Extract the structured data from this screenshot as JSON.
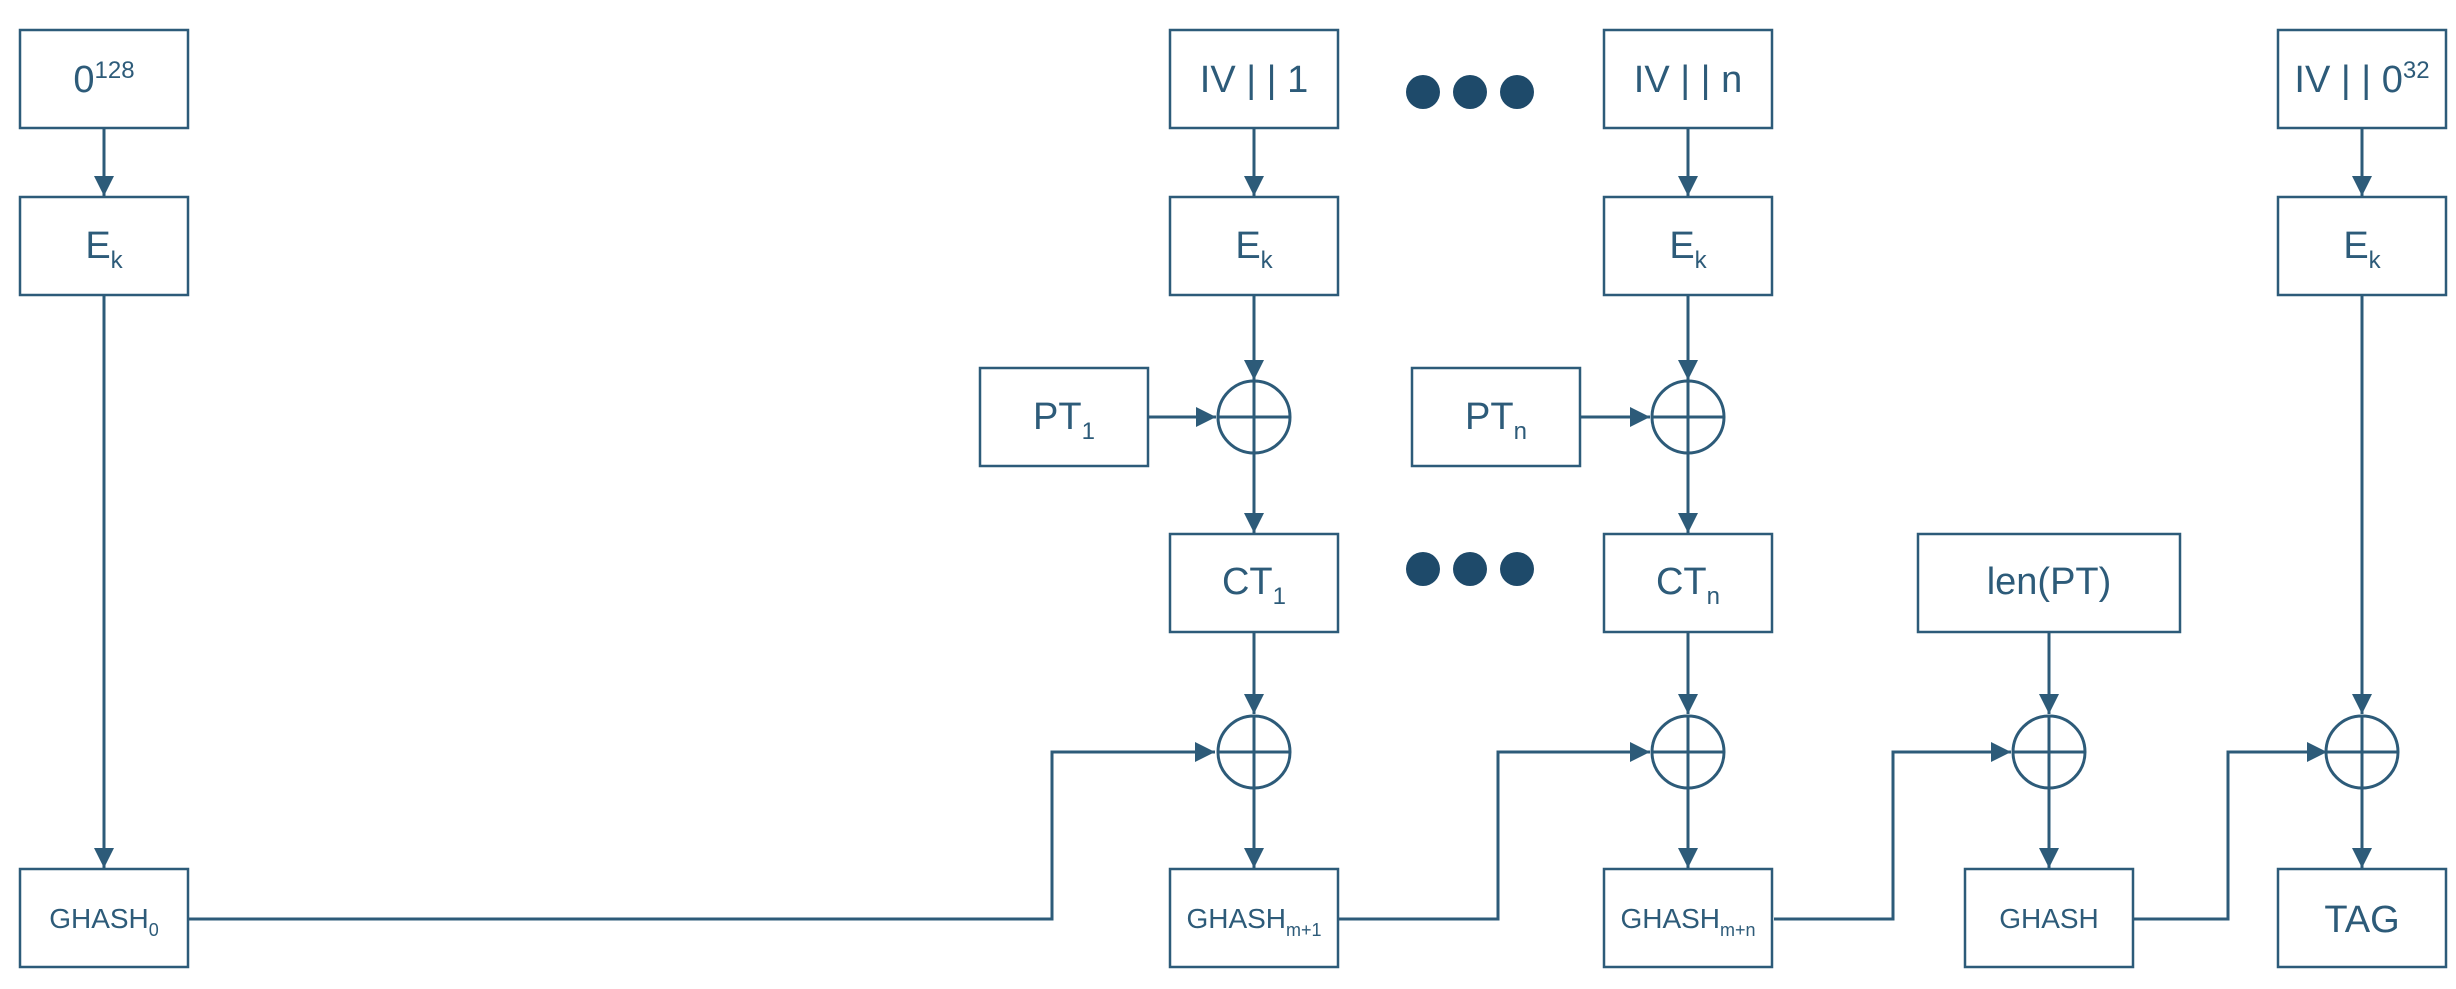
{
  "boxes": {
    "zero128": {
      "base": "0",
      "sup": "128"
    },
    "ek0": {
      "base": "E",
      "sub": "k"
    },
    "iv1": {
      "text": "IV | | 1"
    },
    "ek1": {
      "base": "E",
      "sub": "k"
    },
    "pt1": {
      "base": "PT",
      "sub": "1"
    },
    "ct1": {
      "base": "CT",
      "sub": "1"
    },
    "ivn": {
      "text": "IV | | n"
    },
    "ekn": {
      "base": "E",
      "sub": "k"
    },
    "ptn": {
      "base": "PT",
      "sub": "n"
    },
    "ctn": {
      "base": "CT",
      "sub": "n"
    },
    "lenpt": {
      "text": "len(PT)"
    },
    "iv0": {
      "base": "IV | | 0",
      "sup": "32"
    },
    "ekt": {
      "base": "E",
      "sub": "k"
    },
    "ghash0": {
      "base": "GHASH",
      "sub": "0"
    },
    "ghashm1": {
      "base": "GHASH",
      "sub": "m+1"
    },
    "ghashmn": {
      "base": "GHASH",
      "sub": "m+n"
    },
    "ghash": {
      "text": "GHASH"
    },
    "tag": {
      "text": "TAG"
    }
  },
  "colors": {
    "stroke": "#2d5b79",
    "text": "#2d5b79",
    "dots": "#1e4a6a"
  }
}
